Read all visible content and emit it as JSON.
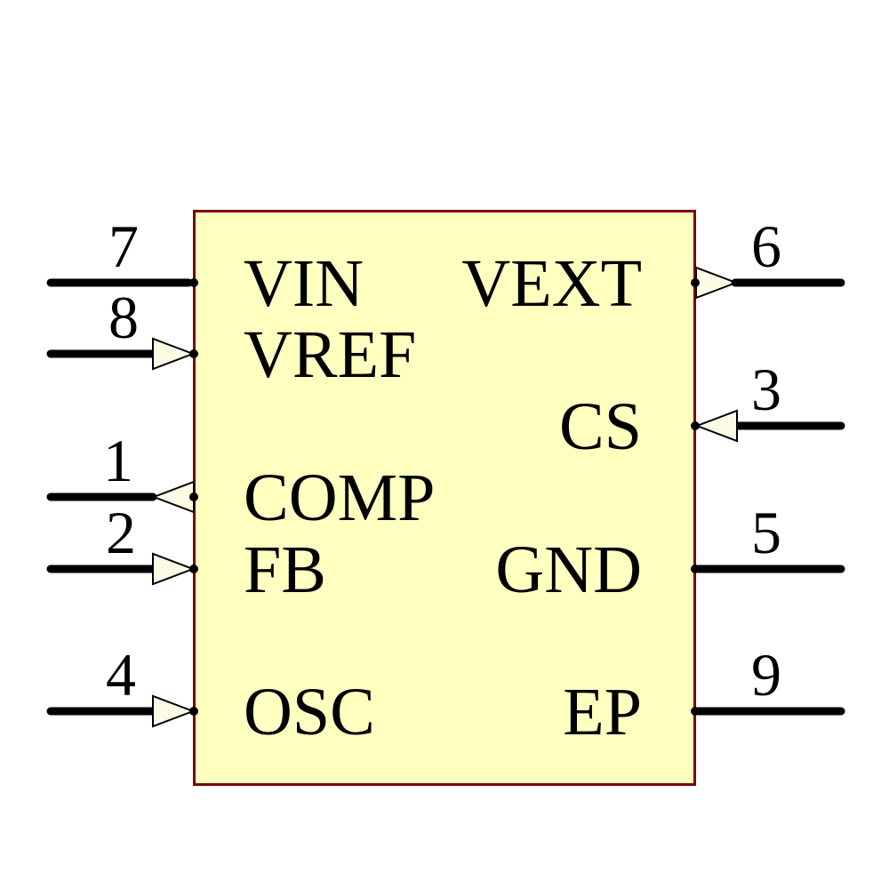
{
  "diagram": {
    "kind": "IC schematic symbol",
    "colors": {
      "background": "#FFFFFF",
      "body_fill": "#FFFFC0",
      "body_border": "#800000",
      "wire_color": "#000000",
      "arrow_fill": "#FDFBE4",
      "text_color": "#000000"
    }
  },
  "component": {
    "pins": {
      "left": [
        {
          "number": "7",
          "label": "VIN",
          "arrow": "none"
        },
        {
          "number": "8",
          "label": "VREF",
          "arrow": "into-body"
        },
        {
          "number": "1",
          "label": "COMP",
          "arrow": "out-of-body"
        },
        {
          "number": "2",
          "label": "FB",
          "arrow": "into-body"
        },
        {
          "number": "4",
          "label": "OSC",
          "arrow": "into-body"
        }
      ],
      "right": [
        {
          "number": "6",
          "label": "VEXT",
          "arrow": "out-of-body"
        },
        {
          "number": "3",
          "label": "CS",
          "arrow": "into-body"
        },
        {
          "number": "5",
          "label": "GND",
          "arrow": "none"
        },
        {
          "number": "9",
          "label": "EP",
          "arrow": "none"
        }
      ]
    }
  }
}
